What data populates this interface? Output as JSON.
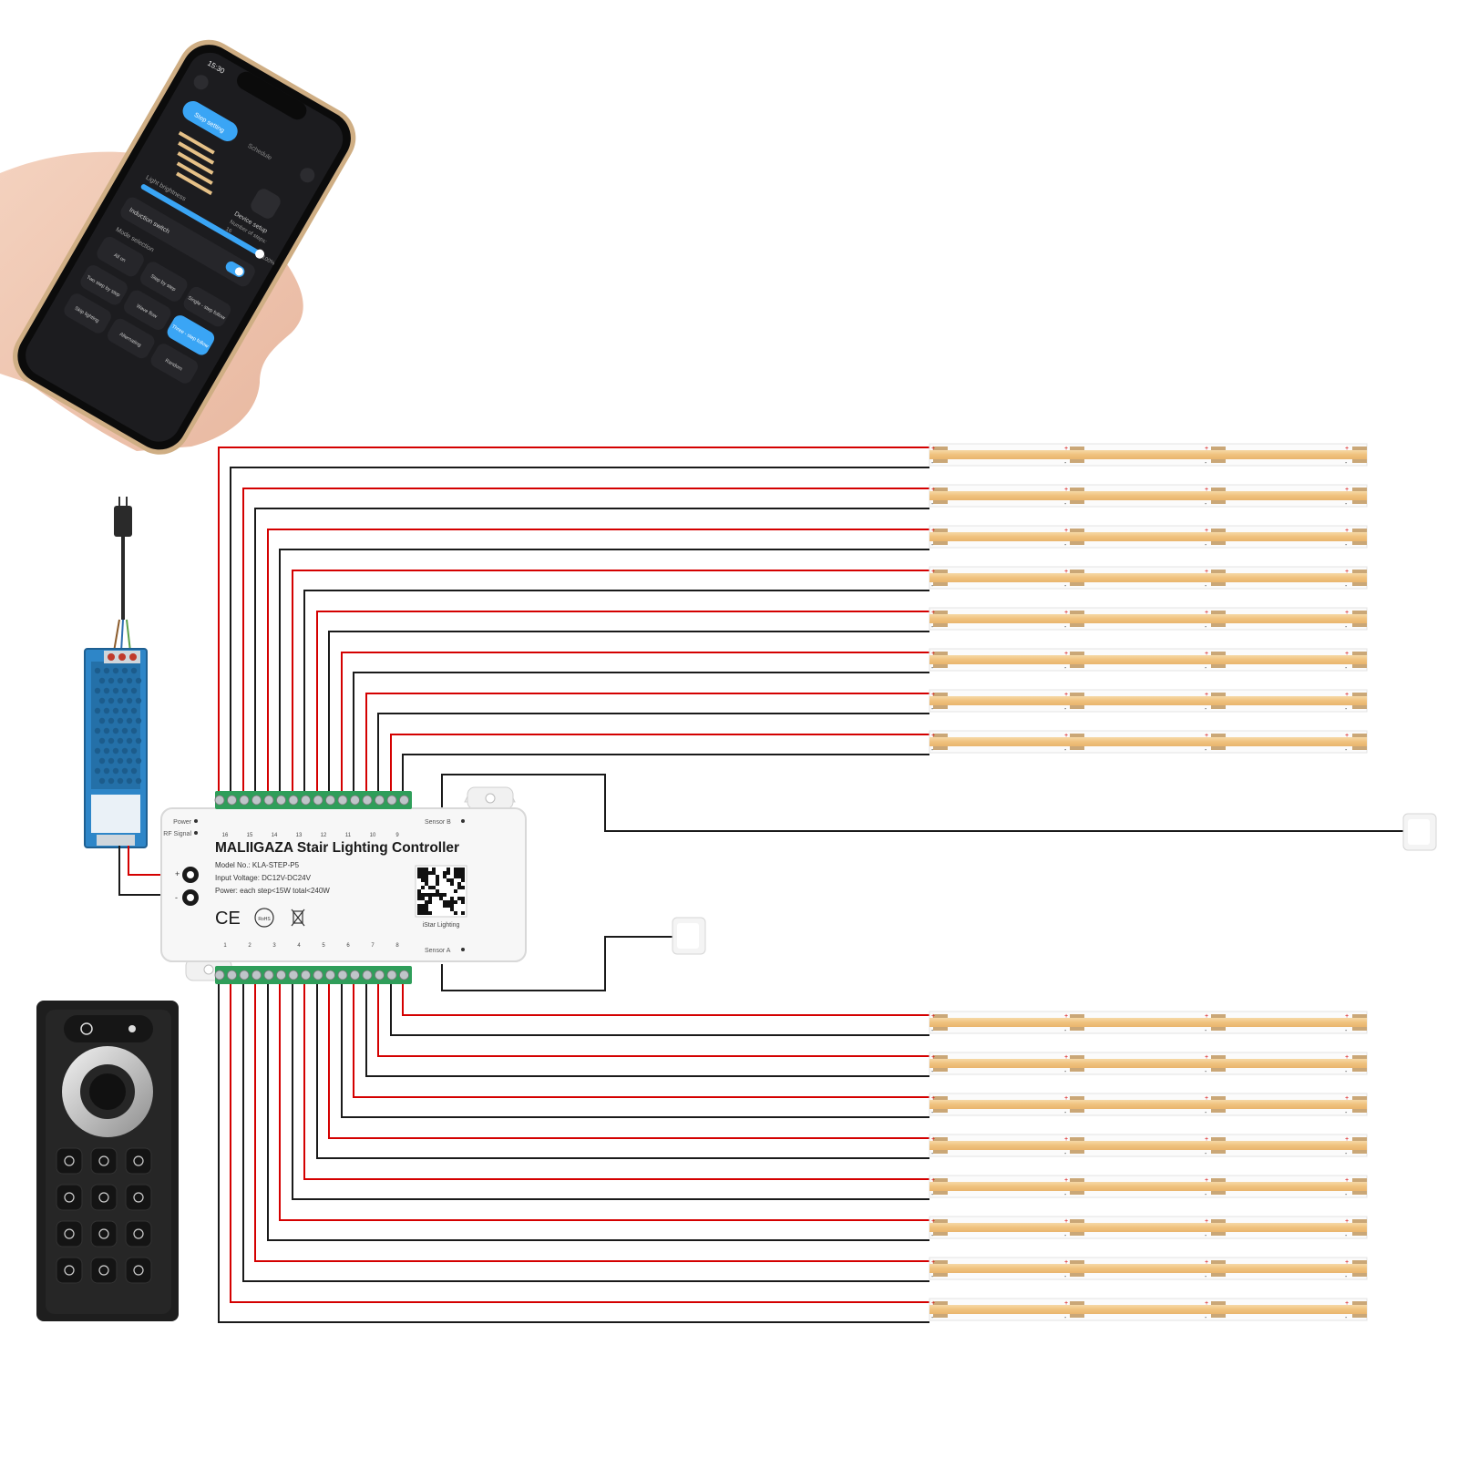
{
  "phone": {
    "time": "15:30",
    "tabs": [
      "Step setting",
      "Schedule"
    ],
    "light_brightness_label": "Light brightness",
    "brightness_value": "100%",
    "brightness_level": 1.0,
    "device_setup_label": "Device setup",
    "number_of_steps_label": "Number of steps:",
    "number_of_steps_value": "16",
    "induction_switch_label": "Induction switch",
    "induction_switch_on": true,
    "mode_selection_label": "Mode selection",
    "modes": [
      "All on",
      "Step by step",
      "Single - step follow",
      "Two step by step",
      "Wave flow",
      "Three - step follow",
      "Skip lighting",
      "Alternating",
      "Random"
    ],
    "selected_mode": "Three - step follow"
  },
  "controller": {
    "brand_title": "MALIIGAZA Stair Lighting Controller",
    "model": "Model No.: KLA-STEP-P5",
    "input_voltage": "Input Voltage: DC12V-DC24V",
    "power": "Power: each step<15W total<240W",
    "power_label": "Power",
    "rf_label": "RF Signal",
    "sensor_b_label": "Sensor B",
    "sensor_a_label": "Sensor A",
    "qr_label": "iStar Lighting",
    "top_step_numbers": [
      "16",
      "15",
      "14",
      "13",
      "12",
      "11",
      "10",
      "9"
    ],
    "bottom_step_numbers": [
      "1",
      "2",
      "3",
      "4",
      "5",
      "6",
      "7",
      "8"
    ],
    "input_plus": "+",
    "input_minus": "-",
    "cert_ce": "CE",
    "cert_rohs": "RoHS"
  },
  "strip_marks": {
    "plus": "+",
    "minus": "-"
  },
  "colors": {
    "positive_wire": "#d40000",
    "negative_wire": "#1a1a1a",
    "led_strip": "#f2c98a",
    "terminal_green": "#2f9e5a",
    "psu_blue": "#2e86c8"
  },
  "icons": [
    "plug-icon",
    "power-supply-icon",
    "remote-icon",
    "sensor-icon",
    "qr-code-icon"
  ]
}
